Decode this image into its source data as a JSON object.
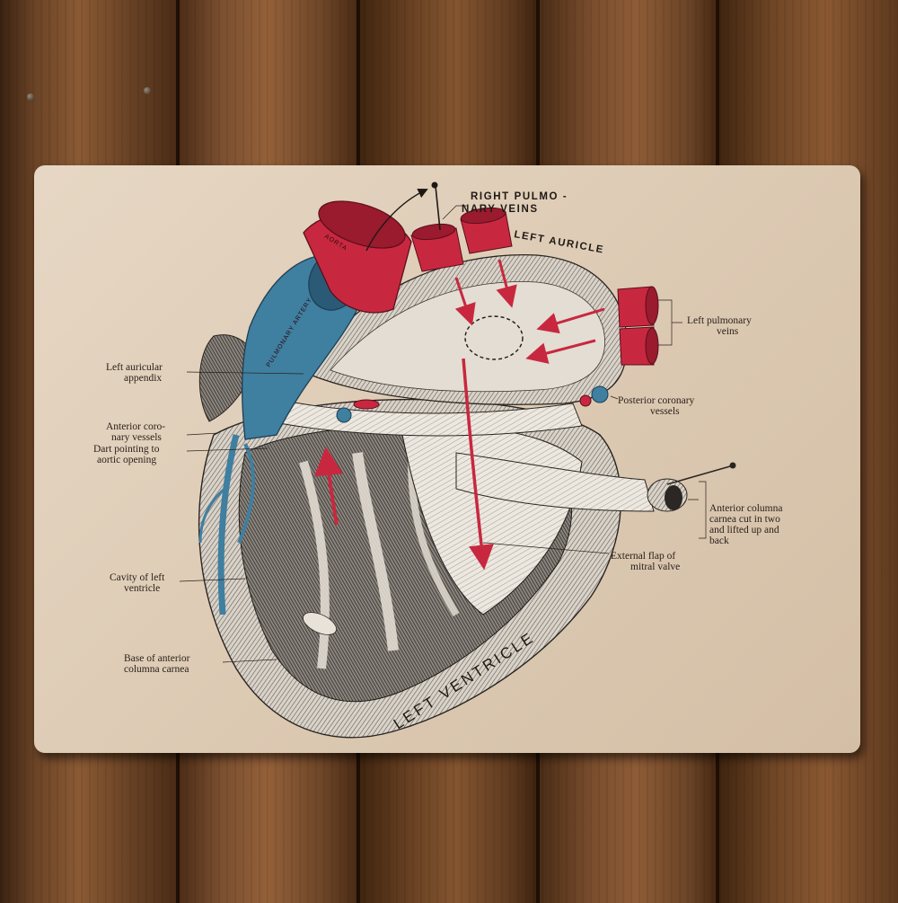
{
  "diagram": {
    "labels": {
      "right_pulmonary_veins_1": "RIGHT PULMO -",
      "right_pulmonary_veins_2": "NARY VEINS",
      "left_auricle": "LEFT AURICLE",
      "aorta": "AORTA",
      "pulmonary_artery": "PULMONARY ARTERY",
      "left_pulmonary_veins_1": "Left pulmonary",
      "left_pulmonary_veins_2": "veins",
      "left_auricular_appendix_1": "Left auricular",
      "left_auricular_appendix_2": "appendix",
      "posterior_coronary_vessels_1": "Posterior coronary",
      "posterior_coronary_vessels_2": "vessels",
      "anterior_coronary_vessels_1": "Anterior coro-",
      "anterior_coronary_vessels_2": "nary vessels",
      "dart_aortic_opening_1": "Dart pointing to",
      "dart_aortic_opening_2": "aortic opening",
      "anterior_columna_1": "Anterior columna",
      "anterior_columna_2": "carnea cut in two",
      "anterior_columna_3": "and lifted up and",
      "anterior_columna_4": "back",
      "external_flap_1": "External flap of",
      "external_flap_2": "mitral valve",
      "cavity_left_ventricle_1": "Cavity of left",
      "cavity_left_ventricle_2": "ventricle",
      "base_anterior_columna_1": "Base of anterior",
      "base_anterior_columna_2": "columna carnea",
      "left_ventricle": "LEFT VENTRICLE"
    },
    "colors": {
      "artery_red": "#c8283f",
      "vein_blue": "#3f7fa0",
      "board": "#dfcdb7",
      "ink": "#2a211b"
    }
  }
}
